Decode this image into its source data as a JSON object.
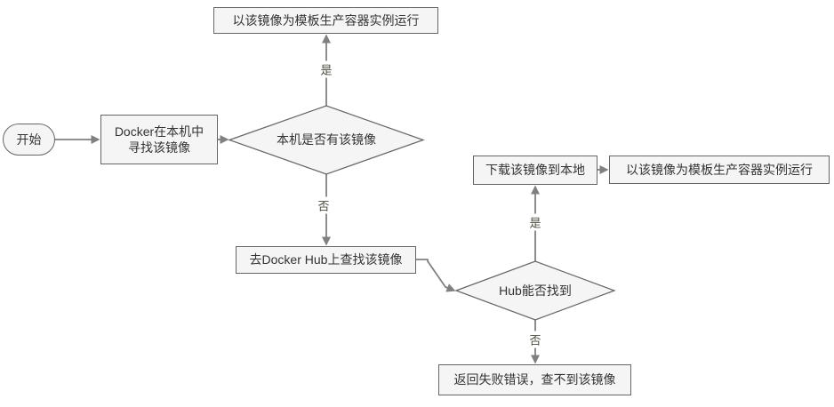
{
  "nodes": {
    "start": {
      "label": "开始"
    },
    "find_local": {
      "line1": "Docker在本机中",
      "line2": "寻找该镜像"
    },
    "run_local": {
      "label": "以该镜像为模板生产容器实例运行"
    },
    "has_local": {
      "label": "本机是否有该镜像"
    },
    "search_hub": {
      "label": "去Docker Hub上查找该镜像"
    },
    "hub_found": {
      "label": "Hub能否找到"
    },
    "download": {
      "label": "下载该镜像到本地"
    },
    "run_hub": {
      "label": "以该镜像为模板生产容器实例运行"
    },
    "fail": {
      "label": "返回失败错误，查不到该镜像"
    }
  },
  "edge_labels": {
    "yes_local": "是",
    "no_local": "否",
    "yes_hub": "是",
    "no_hub": "否"
  },
  "colors": {
    "background": "#ffffff",
    "node_fill": "#f5f5f5",
    "node_border": "#666666",
    "edge": "#808080",
    "node_text": "#333333",
    "edge_label_text": "#4c4c40"
  }
}
